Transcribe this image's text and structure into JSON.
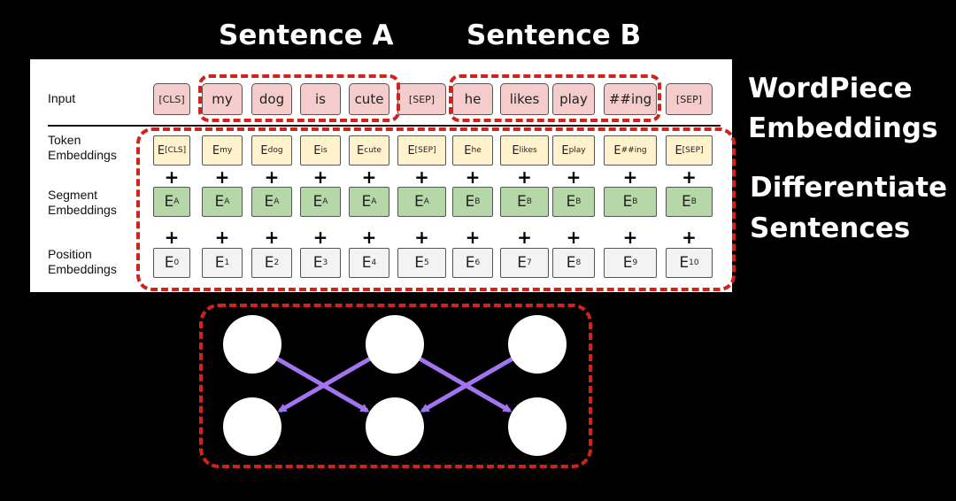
{
  "headings": {
    "sentence_a": "Sentence A",
    "sentence_b": "Sentence B",
    "wordpiece_1": "WordPiece",
    "wordpiece_2": "Embeddings",
    "differentiate_1": "Differentiate",
    "differentiate_2": "Sentences"
  },
  "rows": {
    "input": "Input",
    "token_1": "Token",
    "token_2": "Embeddings",
    "segment_1": "Segment",
    "segment_2": "Embeddings",
    "position_1": "Position",
    "position_2": "Embeddings"
  },
  "input_tokens": [
    "[CLS]",
    "my",
    "dog",
    "is",
    "cute",
    "[SEP]",
    "he",
    "likes",
    "play",
    "##ing",
    "[SEP]"
  ],
  "token_embeddings": [
    {
      "base": "E",
      "sub": "[CLS]"
    },
    {
      "base": "E",
      "sub": "my"
    },
    {
      "base": "E",
      "sub": "dog"
    },
    {
      "base": "E",
      "sub": "is"
    },
    {
      "base": "E",
      "sub": "cute"
    },
    {
      "base": "E",
      "sub": "[SEP]"
    },
    {
      "base": "E",
      "sub": "he"
    },
    {
      "base": "E",
      "sub": "likes"
    },
    {
      "base": "E",
      "sub": "play"
    },
    {
      "base": "E",
      "sub": "##ing"
    },
    {
      "base": "E",
      "sub": "[SEP]"
    }
  ],
  "segment_embeddings": [
    {
      "base": "E",
      "sub": "A"
    },
    {
      "base": "E",
      "sub": "A"
    },
    {
      "base": "E",
      "sub": "A"
    },
    {
      "base": "E",
      "sub": "A"
    },
    {
      "base": "E",
      "sub": "A"
    },
    {
      "base": "E",
      "sub": "A"
    },
    {
      "base": "E",
      "sub": "B"
    },
    {
      "base": "E",
      "sub": "B"
    },
    {
      "base": "E",
      "sub": "B"
    },
    {
      "base": "E",
      "sub": "B"
    },
    {
      "base": "E",
      "sub": "B"
    }
  ],
  "position_embeddings": [
    {
      "base": "E",
      "sub": "0"
    },
    {
      "base": "E",
      "sub": "1"
    },
    {
      "base": "E",
      "sub": "2"
    },
    {
      "base": "E",
      "sub": "3"
    },
    {
      "base": "E",
      "sub": "4"
    },
    {
      "base": "E",
      "sub": "5"
    },
    {
      "base": "E",
      "sub": "6"
    },
    {
      "base": "E",
      "sub": "7"
    },
    {
      "base": "E",
      "sub": "8"
    },
    {
      "base": "E",
      "sub": "9"
    },
    {
      "base": "E",
      "sub": "10"
    }
  ],
  "plus_symbol": "+",
  "graph": {
    "top_nodes": 3,
    "bottom_nodes": 3,
    "edges": [
      [
        0,
        1
      ],
      [
        1,
        0
      ],
      [
        1,
        2
      ],
      [
        2,
        1
      ]
    ]
  },
  "colors": {
    "background": "#000000",
    "dash_red": "#d0231d",
    "arrow_purple": "#a374f0",
    "input_pink": "#f4cccc",
    "token_yellow": "#fff2cc",
    "segment_green": "#b6d7a8",
    "position_gray": "#f3f3f3"
  }
}
